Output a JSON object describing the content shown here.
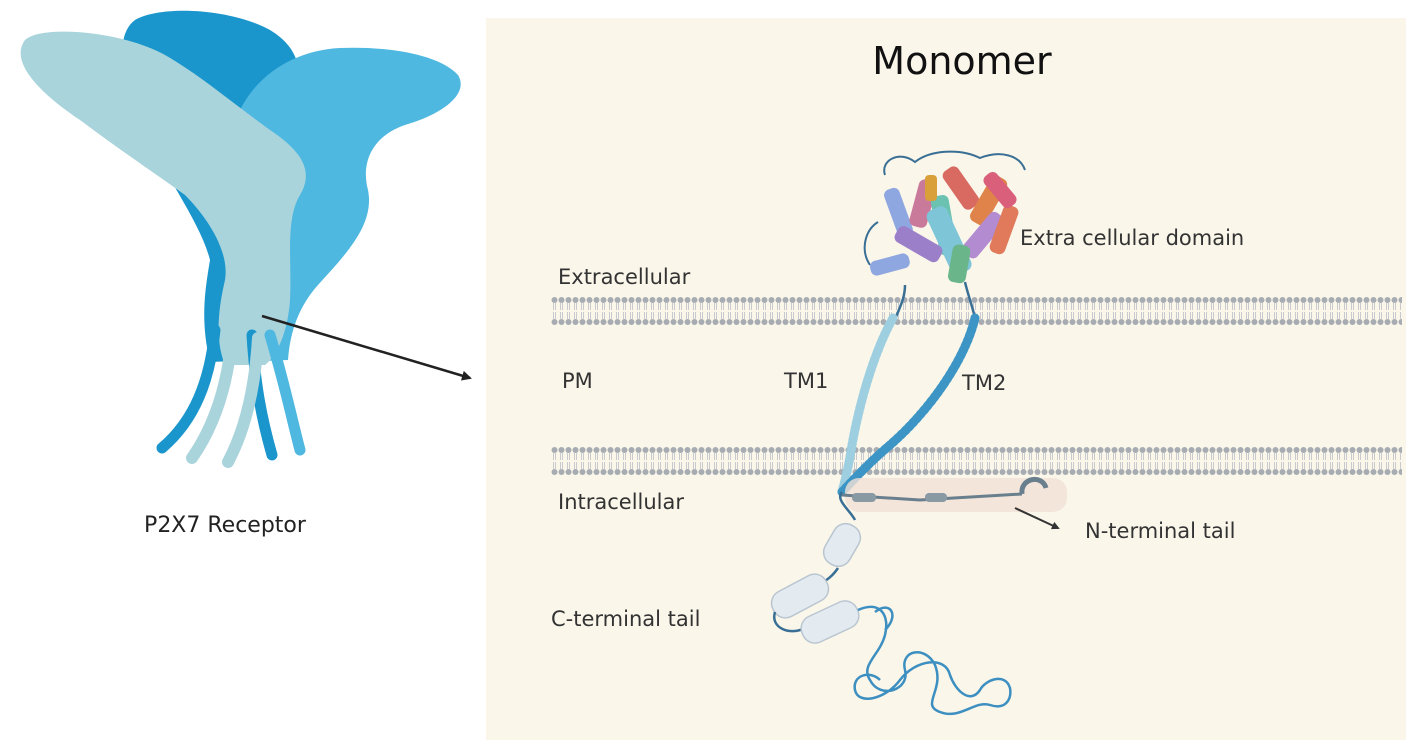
{
  "receptor": {
    "label": "P2X7 Receptor"
  },
  "monomer": {
    "title": "Monomer",
    "regions": {
      "extracellular": "Extracellular",
      "pm": "PM",
      "intracellular": "Intracellular"
    },
    "labels": {
      "extracellular_domain": "Extra cellular domain",
      "tm1": "TM1",
      "tm2": "TM2",
      "n_terminal": "N-terminal tail",
      "c_terminal": "C-terminal tail"
    }
  },
  "colors": {
    "panel_bg": "#faf6ea",
    "receptor_dark": "#1a96cc",
    "receptor_mid": "#4fb8e0",
    "receptor_light": "#a9d4dc",
    "membrane": "#9aa0a6",
    "helix_light": "#9ecfe0",
    "helix_dark": "#3c95c4",
    "coil": "#3a6f95",
    "text": "#333333"
  }
}
